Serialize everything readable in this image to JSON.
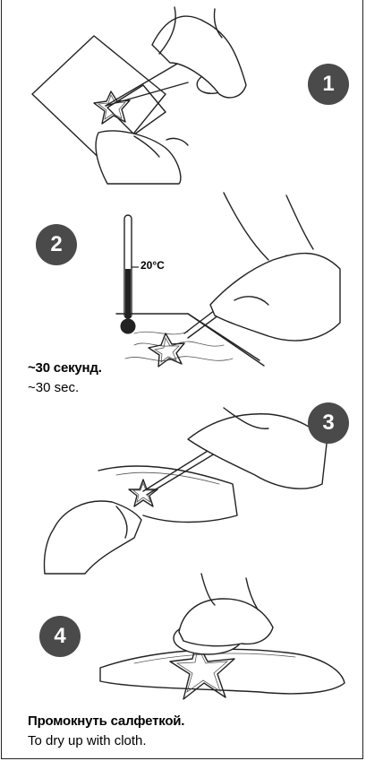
{
  "steps": [
    {
      "number": "1"
    },
    {
      "number": "2",
      "thermometer_label": "20°C",
      "caption_ru": "~30 секунд.",
      "caption_en": "~30 sec."
    },
    {
      "number": "3"
    },
    {
      "number": "4",
      "caption_ru": "Промокнуть салфеткой.",
      "caption_en": "To dry up with cloth."
    }
  ],
  "colors": {
    "badge": "#4a4a4a",
    "line": "#222222",
    "background": "#ffffff"
  }
}
